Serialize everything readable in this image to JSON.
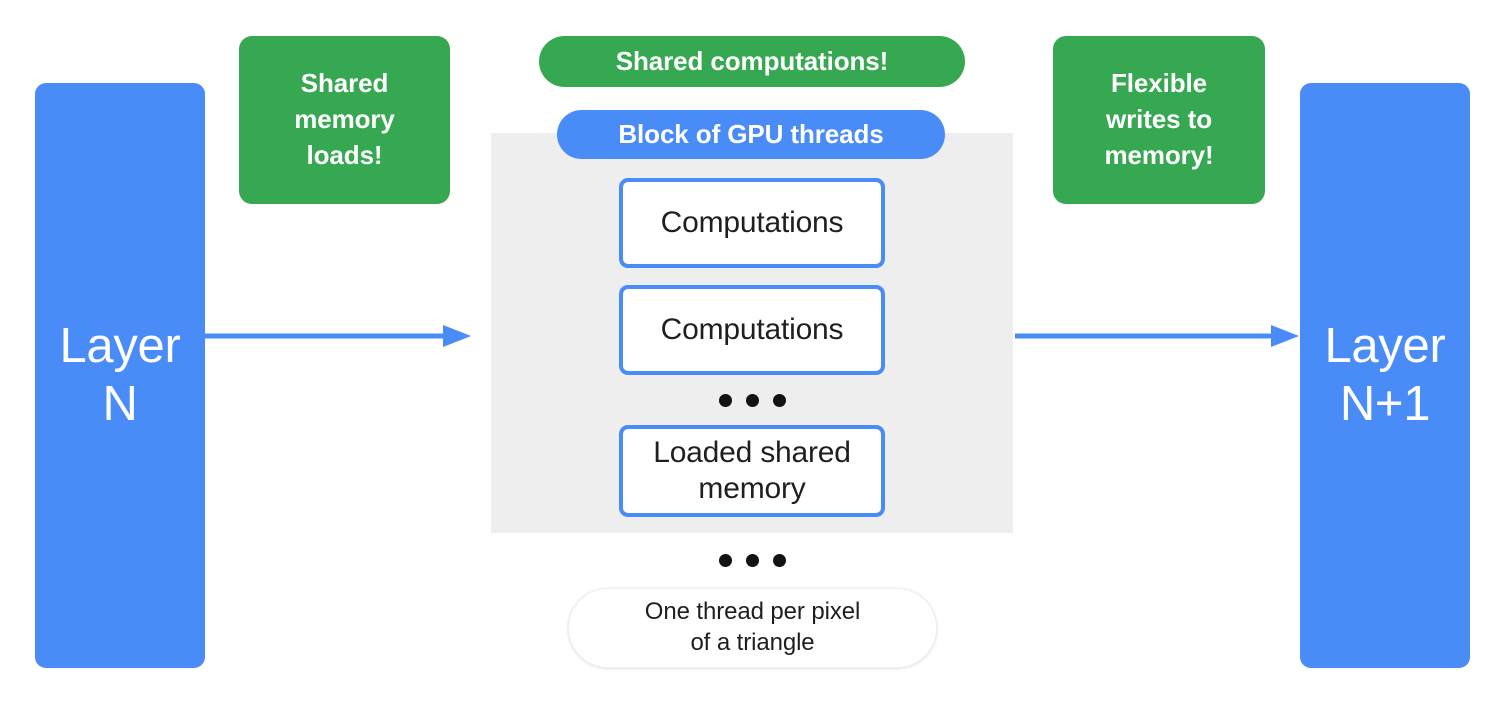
{
  "diagram": {
    "title": "GPU block shared-memory dataflow diagram",
    "colors": {
      "blue": "#4a8cf7",
      "green": "#37a852",
      "panel_gray": "#eeeeee",
      "text_dark": "#1f1f1f",
      "white": "#ffffff"
    },
    "layers": {
      "input": {
        "label": "Layer\nN"
      },
      "output": {
        "label": "Layer\nN+1"
      }
    },
    "callouts": {
      "left": {
        "label": "Shared\nmemory\nloads!"
      },
      "right": {
        "label": "Flexible\nwrites to\nmemory!"
      }
    },
    "pills": {
      "shared_computations": {
        "label": "Shared computations!"
      },
      "block_of_gpu_threads": {
        "label": "Block of GPU threads"
      }
    },
    "block": {
      "threads": [
        {
          "label": "Computations"
        },
        {
          "label": "Computations"
        },
        {
          "label": "Loaded shared\nmemory"
        }
      ],
      "inner_ellipsis": {
        "label": "• • •",
        "dot_count": 3
      },
      "outer_ellipsis": {
        "label": "• • •",
        "dot_count": 3
      }
    },
    "caption": {
      "label": "One thread per pixel\nof a triangle"
    },
    "arrows": [
      {
        "name": "input-to-block",
        "direction": "right"
      },
      {
        "name": "block-to-output",
        "direction": "right"
      }
    ]
  }
}
